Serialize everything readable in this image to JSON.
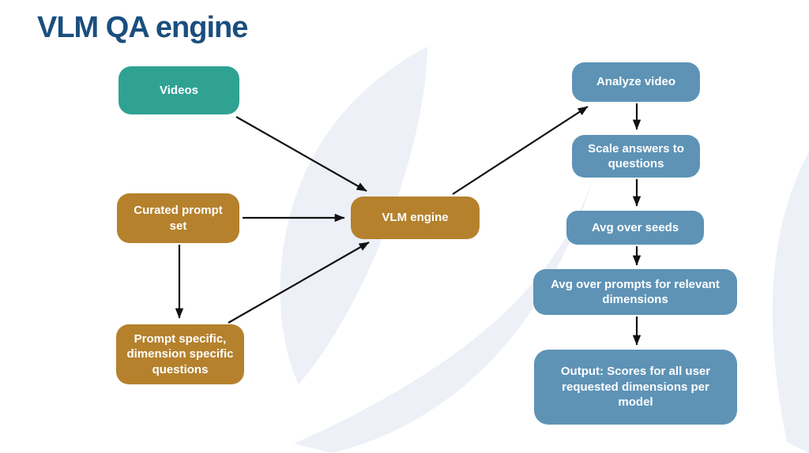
{
  "title": "VLM QA engine",
  "colors": {
    "title_text": "#1B4E7E",
    "teal_node": "#2FA294",
    "gold_node": "#B5812D",
    "blue_node": "#5E93B6",
    "node_text": "#FFFFFF",
    "arrow": "#111111",
    "background": "#FFFFFF",
    "watermark_swoosh": "#EDF0F7"
  },
  "nodes": {
    "videos": {
      "label": "Videos",
      "color": "#2FA294"
    },
    "curated_prompt_set": {
      "label": "Curated prompt set",
      "color": "#B5812D"
    },
    "prompt_specific_questions": {
      "label": "Prompt specific, dimension specific questions",
      "color": "#B5812D"
    },
    "vlm_engine": {
      "label": "VLM engine",
      "color": "#B5812D"
    },
    "analyze_video": {
      "label": "Analyze video",
      "color": "#5E93B6"
    },
    "scale_answers": {
      "label": "Scale answers to questions",
      "color": "#5E93B6"
    },
    "avg_over_seeds": {
      "label": "Avg over seeds",
      "color": "#5E93B6"
    },
    "avg_over_prompts": {
      "label": "Avg over prompts for relevant dimensions",
      "color": "#5E93B6"
    },
    "output": {
      "label": "Output: Scores for all user requested dimensions per model",
      "color": "#5E93B6"
    }
  },
  "edges": [
    {
      "from": "videos",
      "to": "vlm_engine"
    },
    {
      "from": "curated_prompt_set",
      "to": "vlm_engine"
    },
    {
      "from": "curated_prompt_set",
      "to": "prompt_specific_questions"
    },
    {
      "from": "prompt_specific_questions",
      "to": "vlm_engine"
    },
    {
      "from": "vlm_engine",
      "to": "analyze_video"
    },
    {
      "from": "analyze_video",
      "to": "scale_answers"
    },
    {
      "from": "scale_answers",
      "to": "avg_over_seeds"
    },
    {
      "from": "avg_over_seeds",
      "to": "avg_over_prompts"
    },
    {
      "from": "avg_over_prompts",
      "to": "output"
    }
  ]
}
